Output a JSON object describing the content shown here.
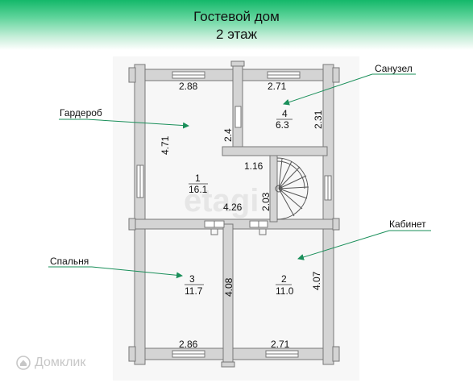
{
  "title": {
    "line1": "Гостевой дом",
    "line2": "2 этаж"
  },
  "callouts": {
    "sanuzel": "Санузел",
    "garderob": "Гардероб",
    "kabinet": "Кабинет",
    "spalnya": "Спальня"
  },
  "rooms": [
    {
      "number": "1",
      "area": "16.1"
    },
    {
      "number": "2",
      "area": "11.0"
    },
    {
      "number": "3",
      "area": "11.7"
    },
    {
      "number": "4",
      "area": "6.3"
    }
  ],
  "dimensions": {
    "top_left": "2.88",
    "top_right": "2.71",
    "garderob_height": "4.71",
    "sanuzel_partition": "2.4",
    "sanuzel_height": "2.31",
    "stair_width": "1.16",
    "stair_depth": "2.03",
    "corridor": "4.26",
    "bedroom_height": "4.08",
    "cabinet_height": "4.07",
    "bottom_left": "2.86",
    "bottom_right": "2.71"
  },
  "colors": {
    "wall": "#d4d4d4",
    "wall_stroke": "#777777",
    "arrow": "#1a8f5a",
    "plan_line": "#555555"
  },
  "watermark": {
    "center": "etagi",
    "brand": "Домклик",
    "icon": "domclick-house-icon"
  }
}
